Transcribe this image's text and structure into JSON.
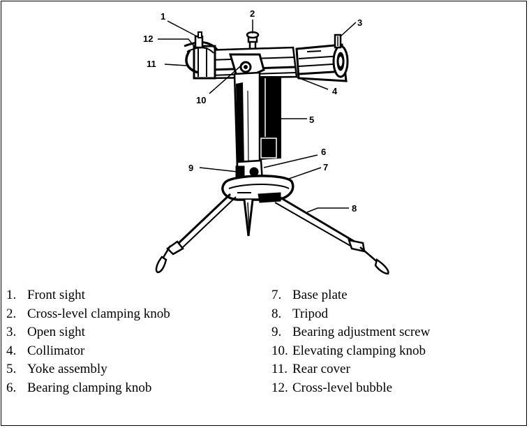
{
  "callouts": [
    "1",
    "2",
    "3",
    "4",
    "5",
    "6",
    "7",
    "8",
    "9",
    "10",
    "11",
    "12"
  ],
  "legend": {
    "left": [
      {
        "num": "1.",
        "label": "Front sight"
      },
      {
        "num": "2.",
        "label": "Cross-level clamping knob"
      },
      {
        "num": "3.",
        "label": "Open sight"
      },
      {
        "num": "4.",
        "label": "Collimator"
      },
      {
        "num": "5.",
        "label": "Yoke assembly"
      },
      {
        "num": "6.",
        "label": "Bearing clamping knob"
      }
    ],
    "right": [
      {
        "num": "7.",
        "label": "Base plate"
      },
      {
        "num": "8.",
        "label": "Tripod"
      },
      {
        "num": "9.",
        "label": "Bearing adjustment screw"
      },
      {
        "num": "10.",
        "label": "Elevating clamping knob"
      },
      {
        "num": "11.",
        "label": "Rear cover"
      },
      {
        "num": "12.",
        "label": "Cross-level bubble"
      }
    ]
  }
}
